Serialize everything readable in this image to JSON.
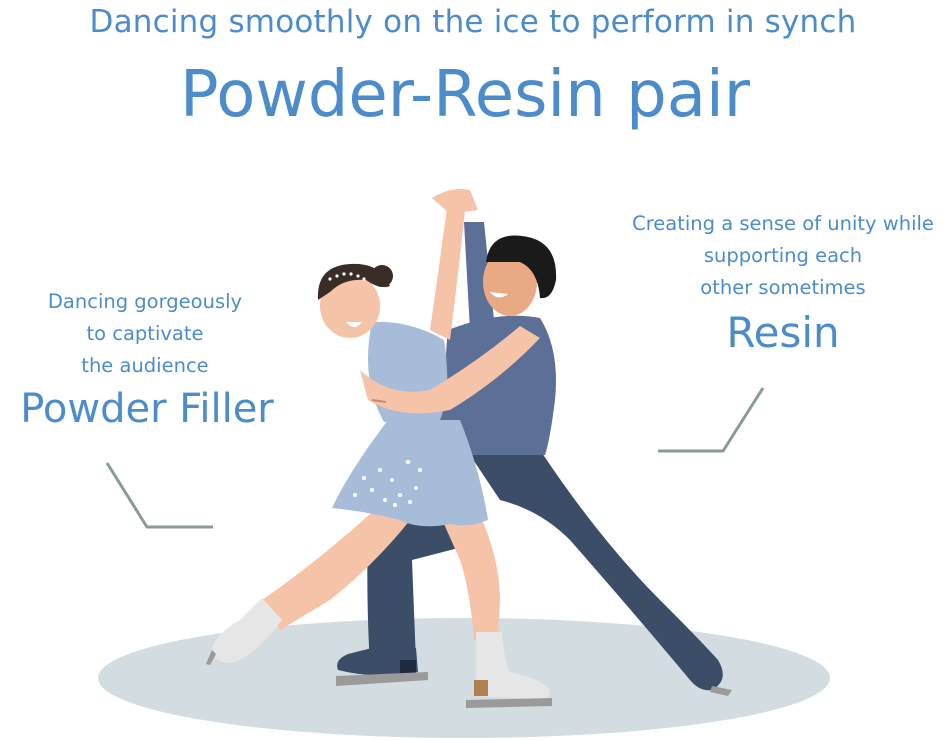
{
  "header": {
    "subtitle": "Dancing smoothly on the ice to perform in synch",
    "title": "Powder-Resin pair"
  },
  "callouts": {
    "left": {
      "description_lines": [
        "Dancing gorgeously",
        "to captivate",
        "the audience"
      ],
      "label": "Powder Filler"
    },
    "right": {
      "description_lines": [
        "Creating a sense of unity while",
        "supporting each",
        "other sometimes"
      ],
      "label": "Resin"
    }
  },
  "illustration": {
    "subject": "figure-skating-pair",
    "figures": [
      "female-skater-powder-filler",
      "male-skater-resin"
    ]
  },
  "colors": {
    "text_accent": "#4d8ccb",
    "leader_line": "#8a9a9a",
    "ice": "#d3dce0",
    "dress": "#a7bcd8",
    "shirt": "#5c7097",
    "trousers": "#3c4d68",
    "skin": "#f4c3a8",
    "skin_male": "#eaa985",
    "hair": "#1a1a1a",
    "skate_white": "#e6e6e6",
    "blade": "#9a9a9a"
  }
}
